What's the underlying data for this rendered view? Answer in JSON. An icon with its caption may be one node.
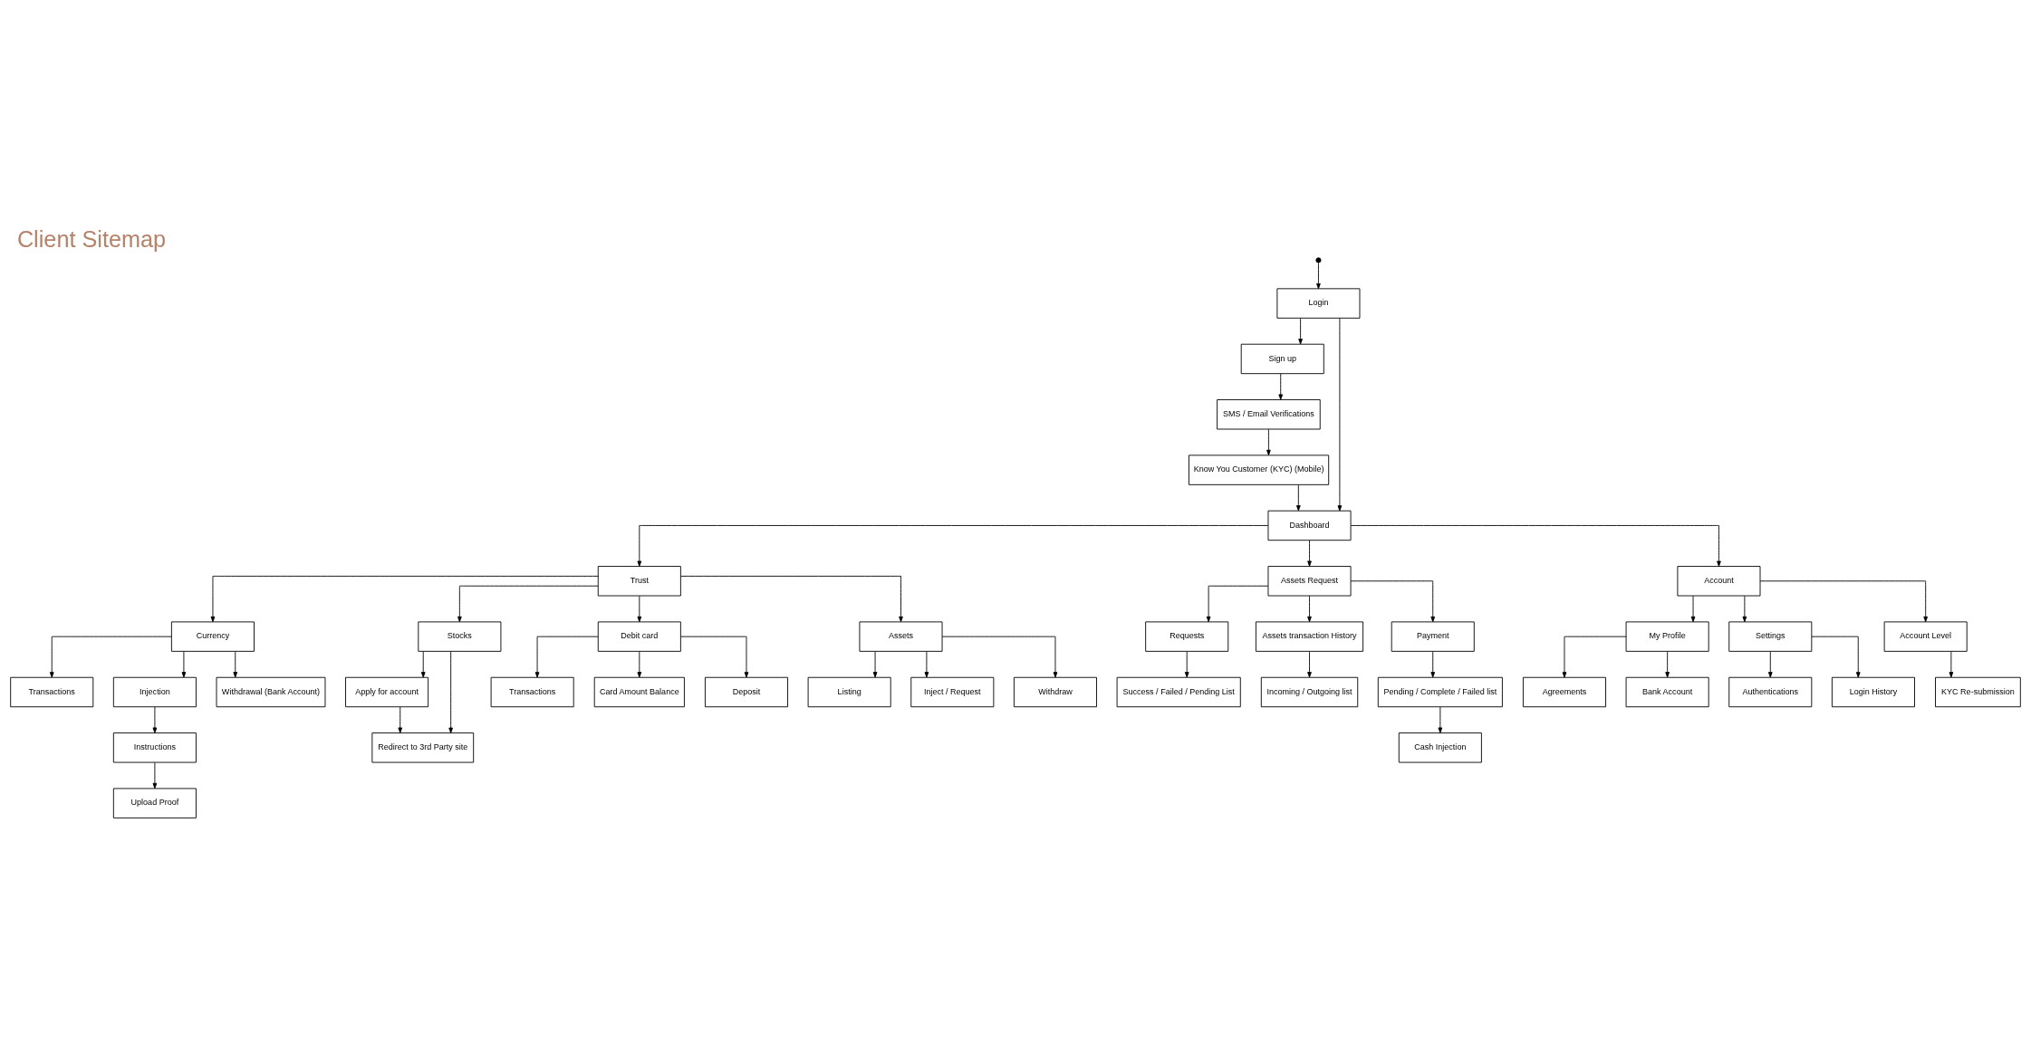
{
  "diagram": {
    "title": "Client Sitemap",
    "nodes": [
      {
        "text": [],
        "shape": "circle"
      },
      {
        "text": [
          "Login"
        ]
      },
      {
        "text": [
          "Sign up"
        ]
      },
      {
        "text": [
          "SMS / Email Verifications"
        ]
      },
      {
        "text": [
          "Know You Customer (KYC) (Mobile)"
        ]
      },
      {
        "text": [
          "Dashboard"
        ]
      },
      {
        "text": [
          "Trust"
        ]
      },
      {
        "text": [
          "Assets Request"
        ]
      },
      {
        "text": [
          "Account"
        ]
      },
      {
        "text": [
          "Currency"
        ]
      },
      {
        "text": [
          "Stocks"
        ]
      },
      {
        "text": [
          "Debit card"
        ]
      },
      {
        "text": [
          "Assets"
        ]
      },
      {
        "text": [
          "Requests"
        ]
      },
      {
        "text": [
          "Assets transaction History"
        ]
      },
      {
        "text": [
          "Payment"
        ]
      },
      {
        "text": [
          "My Profile"
        ]
      },
      {
        "text": [
          "Settings"
        ]
      },
      {
        "text": [
          "Account Level"
        ]
      },
      {
        "text": [
          "Transactions"
        ]
      },
      {
        "text": [
          "Injection"
        ]
      },
      {
        "text": [
          "Withdrawal (Bank Account)"
        ]
      },
      {
        "text": [
          "Apply for account"
        ]
      },
      {
        "text": [
          "Transactions"
        ]
      },
      {
        "text": [
          "Card Amount Balance"
        ]
      },
      {
        "text": [
          "Deposit"
        ]
      },
      {
        "text": [
          "Listing"
        ]
      },
      {
        "text": [
          "Inject / Request"
        ]
      },
      {
        "text": [
          "Withdraw"
        ]
      },
      {
        "text": [
          "Success / Failed / Pending List"
        ]
      },
      {
        "text": [
          "Incoming / Outgoing list"
        ]
      },
      {
        "text": [
          "Pending / Complete / Failed list"
        ]
      },
      {
        "text": [
          "Agreements"
        ]
      },
      {
        "text": [
          "Bank Account"
        ]
      },
      {
        "text": [
          "Authentications"
        ]
      },
      {
        "text": [
          "Login History"
        ]
      },
      {
        "text": [
          "KYC Re-submission"
        ]
      },
      {
        "text": [
          "Redirect to 3rd Party site"
        ]
      },
      {
        "text": [
          "Instructions"
        ]
      },
      {
        "text": [
          "Cash Injection"
        ]
      },
      {
        "text": [
          "Upload Proof"
        ]
      }
    ],
    "edges": [
      {
        "from": 0,
        "to": 1,
        "arrow": "to"
      },
      {
        "from": 1,
        "to": 2,
        "arrow": "to"
      },
      {
        "from": 2,
        "to": 3,
        "arrow": "to"
      },
      {
        "from": 3,
        "to": 4,
        "arrow": "to"
      },
      {
        "from": 1,
        "to": 5,
        "arrow": "to"
      },
      {
        "from": 4,
        "to": 5,
        "arrow": "to"
      },
      {
        "from": 5,
        "to": 6,
        "arrow": "to"
      },
      {
        "from": 5,
        "to": 7,
        "arrow": "to"
      },
      {
        "from": 5,
        "to": 8,
        "arrow": "to"
      },
      {
        "from": 6,
        "to": 9,
        "arrow": "to"
      },
      {
        "from": 6,
        "to": 10,
        "arrow": "to"
      },
      {
        "from": 6,
        "to": 11,
        "arrow": "to"
      },
      {
        "from": 6,
        "to": 12,
        "arrow": "to"
      },
      {
        "from": 7,
        "to": 13,
        "arrow": "to"
      },
      {
        "from": 7,
        "to": 14,
        "arrow": "to"
      },
      {
        "from": 7,
        "to": 15,
        "arrow": "to"
      },
      {
        "from": 8,
        "to": 16,
        "arrow": "to"
      },
      {
        "from": 8,
        "to": 17,
        "arrow": "to"
      },
      {
        "from": 8,
        "to": 18,
        "arrow": "to"
      },
      {
        "from": 9,
        "to": 19,
        "arrow": "to"
      },
      {
        "from": 9,
        "to": 20,
        "arrow": "to"
      },
      {
        "from": 9,
        "to": 21,
        "arrow": "to"
      },
      {
        "from": 10,
        "to": 22,
        "arrow": "to"
      },
      {
        "from": 10,
        "to": 37,
        "arrow": "to"
      },
      {
        "from": 22,
        "to": 37,
        "arrow": "to"
      },
      {
        "from": 11,
        "to": 23,
        "arrow": "to"
      },
      {
        "from": 11,
        "to": 24,
        "arrow": "to"
      },
      {
        "from": 11,
        "to": 25,
        "arrow": "to"
      },
      {
        "from": 12,
        "to": 26,
        "arrow": "to"
      },
      {
        "from": 12,
        "to": 27,
        "arrow": "to"
      },
      {
        "from": 12,
        "to": 28,
        "arrow": "to"
      },
      {
        "from": 13,
        "to": 29,
        "arrow": "to"
      },
      {
        "from": 14,
        "to": 30,
        "arrow": "to"
      },
      {
        "from": 15,
        "to": 31,
        "arrow": "to"
      },
      {
        "from": 31,
        "to": 39,
        "arrow": "to"
      },
      {
        "from": 16,
        "to": 32,
        "arrow": "to"
      },
      {
        "from": 16,
        "to": 33,
        "arrow": "to"
      },
      {
        "from": 17,
        "to": 34,
        "arrow": "to"
      },
      {
        "from": 17,
        "to": 35,
        "arrow": "to"
      },
      {
        "from": 18,
        "to": 36,
        "arrow": "to"
      },
      {
        "from": 20,
        "to": 38,
        "arrow": "to"
      },
      {
        "from": 38,
        "to": 40,
        "arrow": "to"
      }
    ]
  }
}
